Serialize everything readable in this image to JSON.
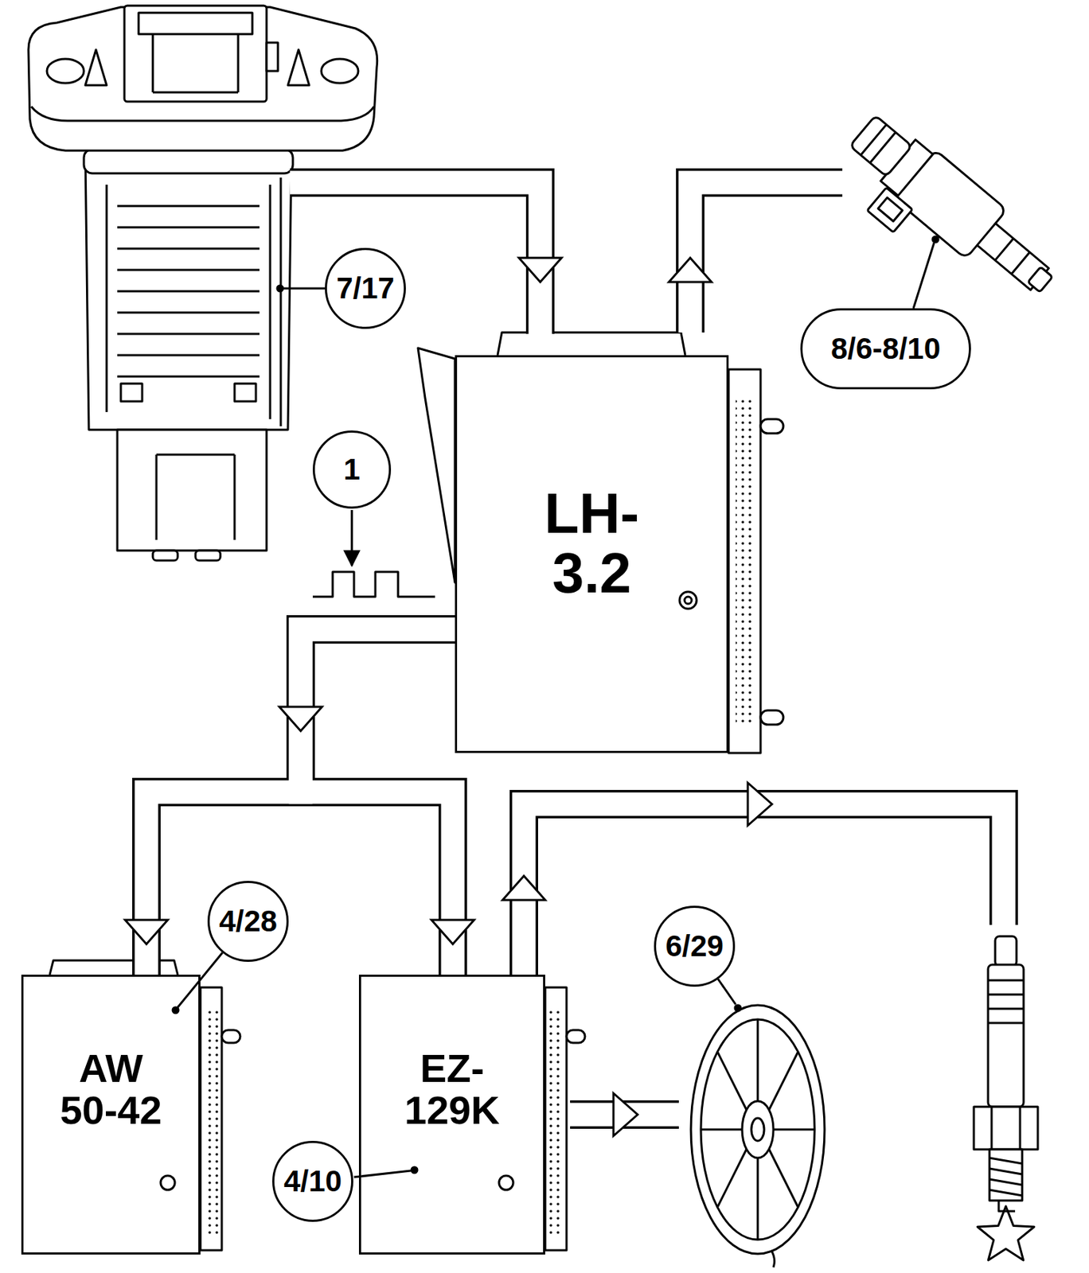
{
  "diagram": {
    "nodes": [
      {
        "text": [
          "7/17"
        ]
      },
      {
        "text": [
          "8/6-8/10"
        ]
      },
      {
        "text": [
          "LH- 3.2"
        ]
      },
      {
        "text": [
          "1"
        ]
      },
      {
        "text": [
          "4/28"
        ]
      },
      {
        "text": [
          "6/29"
        ]
      },
      {
        "text": [
          "AW 50-42"
        ]
      },
      {
        "text": [
          "EZ- 129K"
        ]
      },
      {
        "text": [
          "4/10"
        ]
      }
    ],
    "edges": [
      {
        "from": 2,
        "to": 6,
        "arrow": "to"
      },
      {
        "from": 2,
        "to": 7,
        "arrow": "to"
      }
    ]
  }
}
